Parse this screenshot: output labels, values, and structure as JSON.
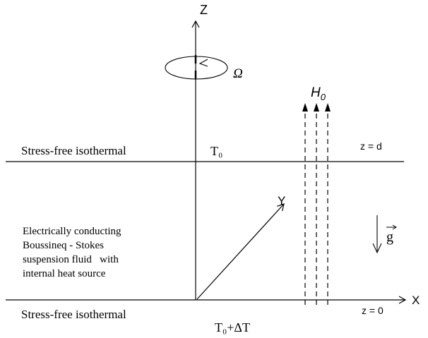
{
  "diagram": {
    "axes": {
      "z_label": "Z",
      "x_label": "X",
      "y_label": "Y"
    },
    "rotation_label": "Ω",
    "magnetic_field": {
      "symbol": "H",
      "subscript": "0"
    },
    "gravity": {
      "symbol": "g"
    },
    "top_boundary": {
      "condition": "Stress-free isothermal",
      "temperature": "T₀",
      "position": "z = d"
    },
    "bottom_boundary": {
      "condition": "Stress-free isothermal",
      "temperature": "T₀+ΔT",
      "position": "z = 0"
    },
    "fluid_description": [
      "Electrically conducting",
      "Boussineq - Stokes",
      "suspension fluid   with",
      "internal heat source"
    ]
  }
}
